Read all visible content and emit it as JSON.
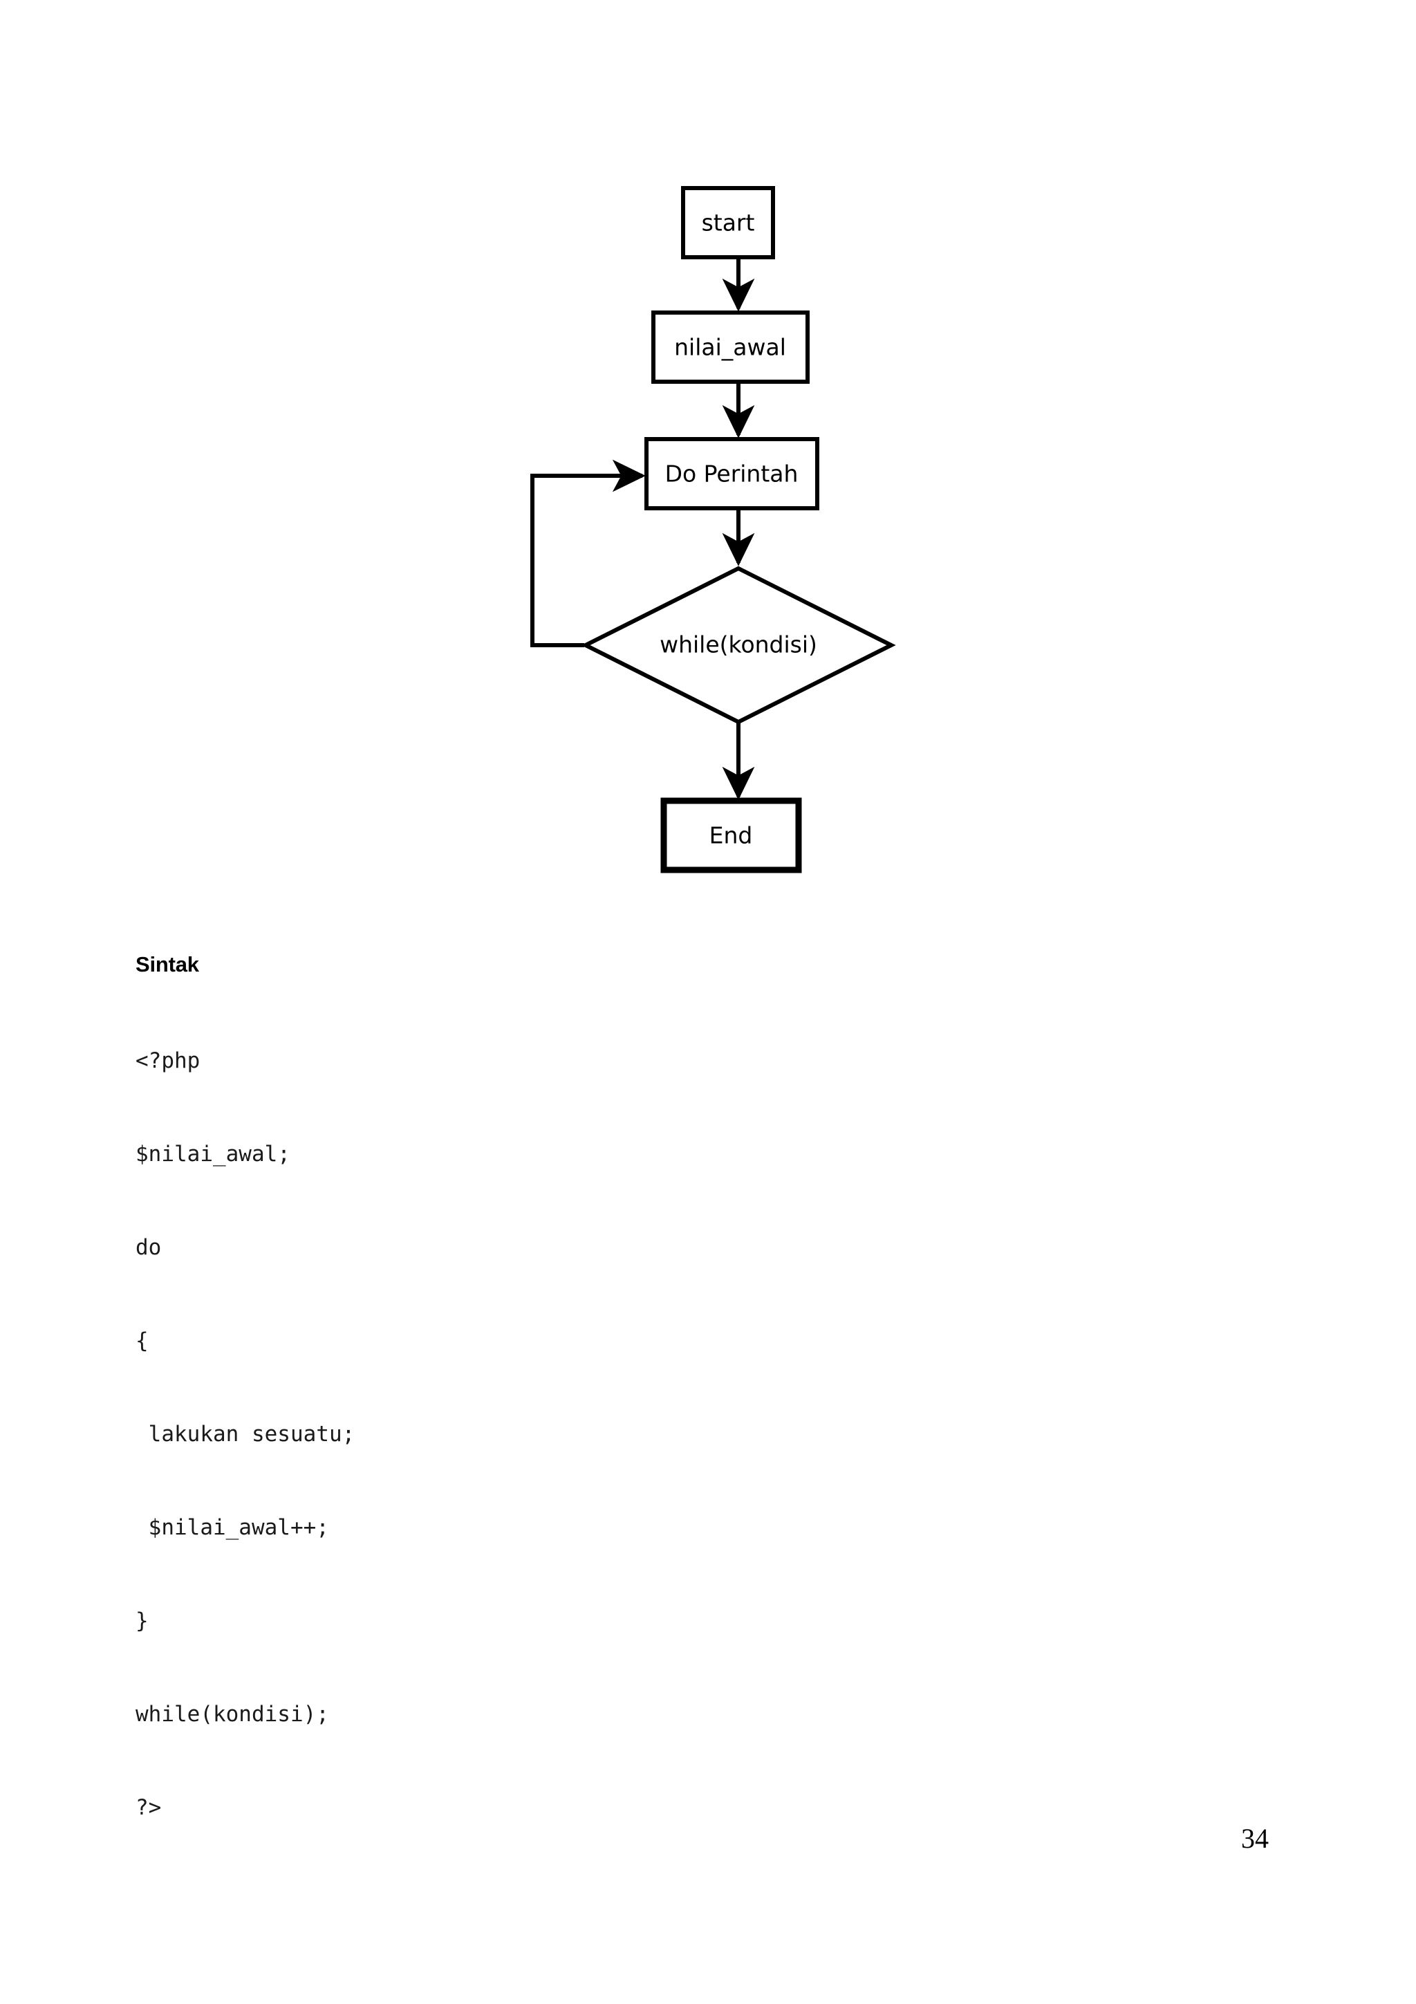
{
  "page": {
    "number": "34",
    "background_color": "#ffffff",
    "ink_color": "#000000"
  },
  "flowchart": {
    "nodes": [
      {
        "id": "start",
        "shape": "rect",
        "label": "start"
      },
      {
        "id": "nilai_awal",
        "shape": "rect",
        "label": "nilai_awal"
      },
      {
        "id": "do_perintah",
        "shape": "rect",
        "label": "Do Perintah"
      },
      {
        "id": "while_cond",
        "shape": "diamond",
        "label": "while(kondisi)"
      },
      {
        "id": "end",
        "shape": "rect",
        "label": "End"
      }
    ],
    "edges": [
      {
        "from": "start",
        "to": "nilai_awal",
        "type": "arrow-down"
      },
      {
        "from": "nilai_awal",
        "to": "do_perintah",
        "type": "arrow-down"
      },
      {
        "from": "do_perintah",
        "to": "while_cond",
        "type": "arrow-down"
      },
      {
        "from": "while_cond",
        "to": "do_perintah",
        "type": "loop-back-left"
      },
      {
        "from": "while_cond",
        "to": "end",
        "type": "arrow-down"
      }
    ]
  },
  "sintak": {
    "heading": "Sintak",
    "code": [
      "<?php",
      "$nilai_awal;",
      "do",
      "{",
      " lakukan sesuatu;",
      " $nilai_awal++;",
      "}",
      "while(kondisi);",
      "?>"
    ]
  }
}
